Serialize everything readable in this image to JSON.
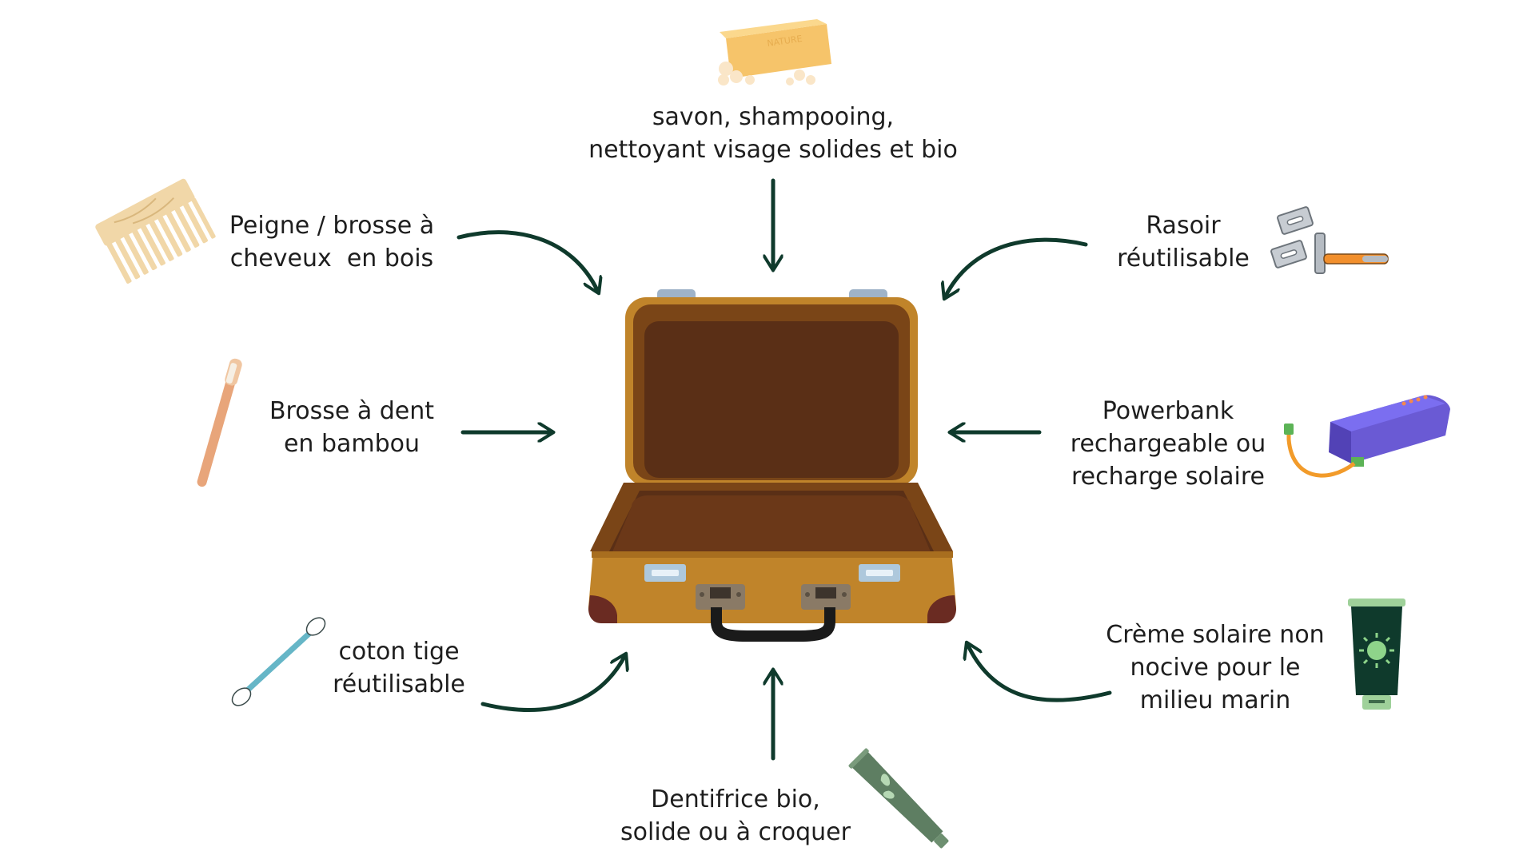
{
  "colors": {
    "arrow": "#0f3a2c",
    "text": "#1e1e1e",
    "suitcase_body": "#c0842a",
    "suitcase_interior": "#5a2f16",
    "suitcase_trim": "#6e3f16"
  },
  "items": {
    "soap": {
      "line1": "savon, shampooing,",
      "line2": "nettoyant visage solides et bio",
      "icon": "soap-bar-icon"
    },
    "comb": {
      "line1": "Peigne / brosse à",
      "line2": "cheveux  en bois",
      "icon": "wooden-comb-icon"
    },
    "razor": {
      "line1": "Rasoir",
      "line2": "réutilisable",
      "icon": "safety-razor-icon"
    },
    "toothbrush": {
      "line1": "Brosse à dent",
      "line2": "en bambou",
      "icon": "bamboo-toothbrush-icon"
    },
    "powerbank": {
      "line1": "Powerbank",
      "line2": "rechargeable ou",
      "line3": "recharge solaire",
      "icon": "powerbank-icon"
    },
    "cotton_swab": {
      "line1": "coton tige",
      "line2": "réutilisable",
      "icon": "cotton-swab-icon"
    },
    "sunscreen": {
      "line1": "Crème solaire non",
      "line2": "nocive pour le",
      "line3": "milieu marin",
      "icon": "sunscreen-tube-icon"
    },
    "toothpaste": {
      "line1": "Dentifrice bio,",
      "line2": "solide ou à croquer",
      "icon": "toothpaste-tube-icon"
    }
  },
  "center": {
    "icon": "open-suitcase-icon"
  }
}
